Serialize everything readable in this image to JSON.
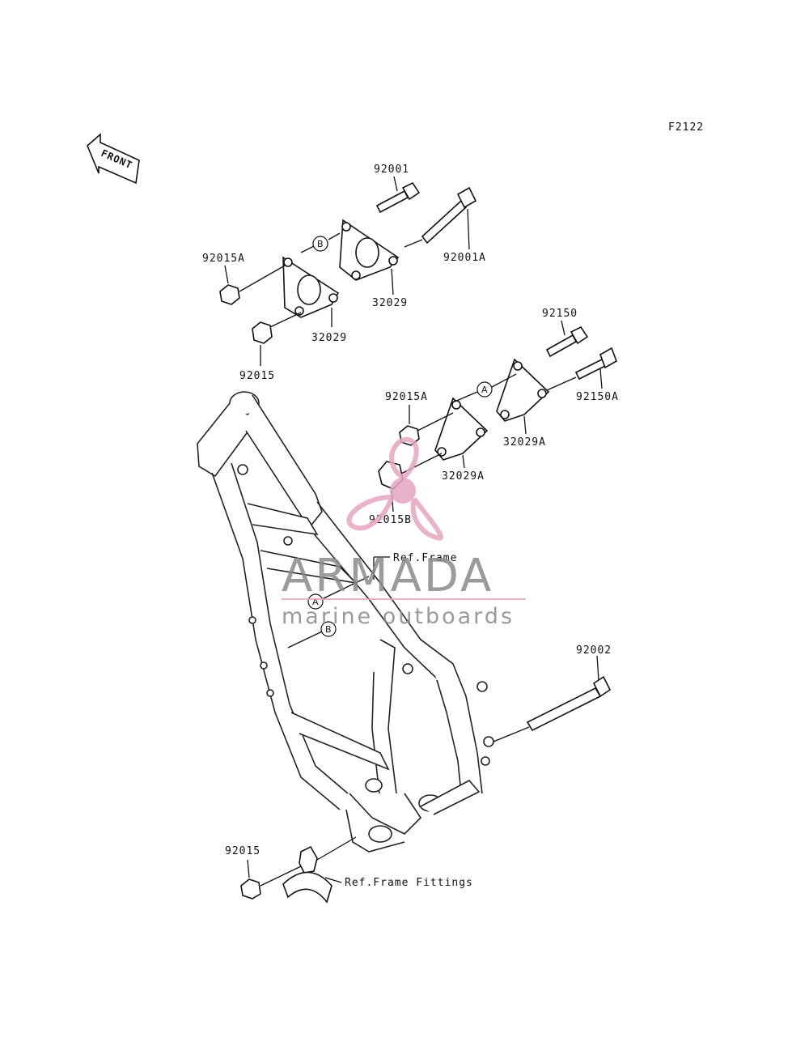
{
  "figure_code": "F2122",
  "front_label": "FRONT",
  "parts": {
    "p92001": "92001",
    "p92001A": "92001A",
    "p92015A_top": "92015A",
    "p32029_upper": "32029",
    "p32029_lower": "32029",
    "p92015_top": "92015",
    "p92150": "92150",
    "p92150A": "92150A",
    "p92015A_mid": "92015A",
    "p32029A_upper": "32029A",
    "p32029A_lower": "32029A",
    "p92015B": "92015B",
    "p92002": "92002",
    "p92015_bottom": "92015"
  },
  "markers": {
    "a": "A",
    "b": "B"
  },
  "refs": {
    "frame": "Ref.Frame",
    "fittings": "Ref.Frame Fittings"
  },
  "watermark": {
    "brand": "ARMADA",
    "tagline": "marine outboards"
  },
  "colors": {
    "watermark_gray": "#8a8a8a",
    "watermark_pink": "#e7a5c0",
    "ink": "#111111"
  }
}
